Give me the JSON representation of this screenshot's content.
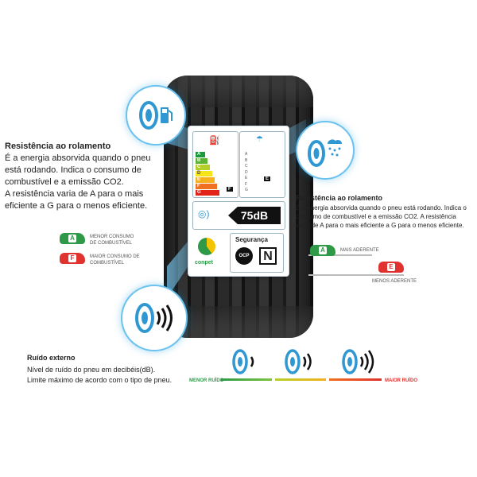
{
  "left_section": {
    "title": "Resistência ao rolamento",
    "lines": [
      "É a energia absorvida quando o pneu",
      "está rodando. Indica o consumo de",
      "combustível e a emissão CO2.",
      "A resistência varia de A para o mais",
      "eficiente a G para o menos eficiente."
    ]
  },
  "legend_left": {
    "best": {
      "letter": "A",
      "text_l1": "MENOR CONSUMO",
      "text_l2": "DE COMBUSTÍVEL",
      "color": "#2e9a48"
    },
    "worst": {
      "letter": "F",
      "text_l1": "MAIOR CONSUMO DE",
      "text_l2": "COMBUSTÍVEL",
      "color": "#e0322f"
    }
  },
  "right_section": {
    "title": "Resistência ao rolamento",
    "lines": [
      "É a energia absorvida quando o pneu está rodando. Indica o",
      "consumo de combustível e a emissão CO2. A resistência",
      "varia de A para o mais eficiente a G para o menos eficiente."
    ]
  },
  "legend_right": {
    "best": {
      "letter": "A",
      "text": "MAIS ADERENTE",
      "color": "#2e9a48"
    },
    "worst": {
      "letter": "E",
      "text": "MENOS ADERENTE",
      "color": "#e0322f"
    }
  },
  "noise_section": {
    "title": "Ruído externo",
    "lines": [
      "Nível de ruído do pneu em decibéis(dB).",
      "Limite máximo de acordo com o tipo de pneu."
    ],
    "low_label": "MENOR RUÍDO",
    "high_label": "MAIOR RUÍDO"
  },
  "label_card": {
    "grades_left": [
      "A",
      "B",
      "C",
      "D",
      "E",
      "F",
      "G"
    ],
    "grade_left_selected": "F",
    "grades_right": [
      "A",
      "B",
      "C",
      "D",
      "E",
      "F",
      "G"
    ],
    "grade_right_selected": "E",
    "noise_value": "75dB",
    "safety_title": "Segurança",
    "ocp": "OCP",
    "brand": "conpet"
  },
  "colors": {
    "accent": "#6cc2ee",
    "green": "#2e9a48",
    "red": "#e0322f",
    "grade_scale": [
      "#1a9a3a",
      "#5bb431",
      "#b5cf2a",
      "#f5e41a",
      "#f6b01e",
      "#ef7120",
      "#e2231a"
    ]
  }
}
